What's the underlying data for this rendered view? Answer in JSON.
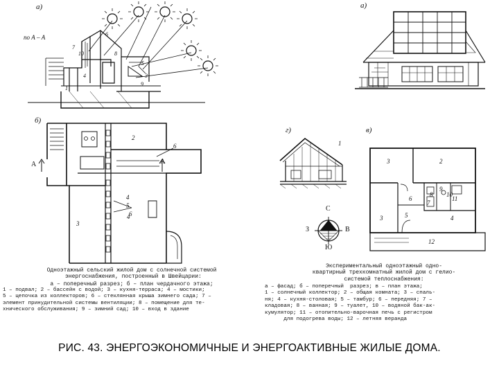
{
  "figure_title": "РИС. 43. ЭНЕРГОЭКОНОМИЧНЫЕ И ЭНЕРГОАКТИВНЫЕ ЖИЛЫЕ ДОМА.",
  "left": {
    "panel_a_label": "а)",
    "section_label": "по А – А",
    "panel_b_label": "б)",
    "plan_A_left": "А",
    "plan_A_right": "А",
    "numbers": [
      "1",
      "2",
      "3",
      "4",
      "5",
      "6",
      "7",
      "8",
      "9",
      "10"
    ],
    "caption_title": "Одноэтажный сельский жилой дом с солнечной системой\n энергоснабжения, построенный в Швейцарии:",
    "caption_sub": "а – поперечный разрез; б – план чердачного этажа;",
    "caption_body": "1 – подвал; 2 – бассейн с водой; 3 – кухня-терраса; 4 – мостики;\n5 – цепочка из коллекторов; 6 – стеклянная крыша зимнего сада; 7 –\nэлемент принудительной системы вентиляции; 8 – помещение для те-\nхнического обслуживания; 9 – зимний сад; 10 – вход в здание"
  },
  "right": {
    "panel_a_label": "а)",
    "panel_g_label": "г)",
    "panel_v_label": "в)",
    "compass": {
      "n": "С",
      "s": "Ю",
      "w": "З",
      "e": "В"
    },
    "rooms": [
      "1",
      "2",
      "3",
      "4",
      "5",
      "6",
      "7",
      "8",
      "9",
      "10",
      "11",
      "12"
    ],
    "caption_title": "Экспериментальный одноэтажный одно-\nквартирный трехкомнатный жилой дом с гелио-\nсистемой теплоснабжения:",
    "caption_body": "а – фасад; б – поперечный  разрез; в – план этажа;\n1 – солнечный коллектор; 2 – общая комната; 3 – спаль-\nня; 4 – кухня-столовая; 5 – тамбур; 6 – передняя; 7 –\nкладовая; 8 – ванная; 9 – туалет, 10 – водяной бак-ак-\nкумулятор; 11 – отопительно-варочная печь с регистром\n      для подогрева воды; 12 – летняя веранда"
  }
}
